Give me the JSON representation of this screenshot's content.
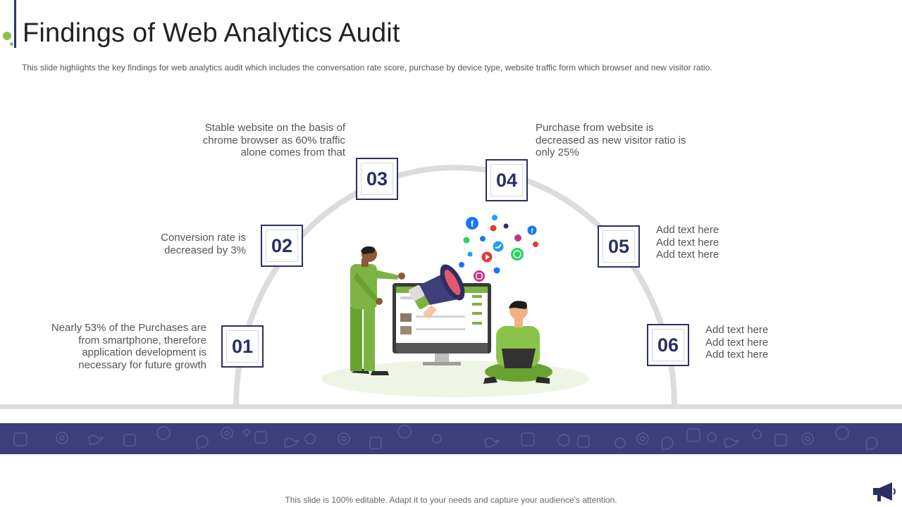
{
  "title": "Findings of Web Analytics Audit",
  "subtitle": "This slide highlights the key findings for web analytics audit which includes the conversation rate score, purchase by device type,  website traffic form which browser and new visitor ratio.",
  "findings": [
    {
      "number": "01",
      "lines": [
        "Nearly 53% of the Purchases are",
        "from smartphone, therefore",
        "application development is",
        "necessary for future growth"
      ]
    },
    {
      "number": "02",
      "lines": [
        "Conversion rate is",
        "decreased by 3%"
      ]
    },
    {
      "number": "03",
      "lines": [
        "Stable website on the basis of",
        "chrome browser as 60% traffic",
        "alone comes from that"
      ]
    },
    {
      "number": "04",
      "lines": [
        "Purchase from website is",
        "decreased as new visitor ratio is",
        "only 25%"
      ]
    },
    {
      "number": "05",
      "lines": [
        "Add text here",
        "Add text here",
        "Add text here"
      ]
    },
    {
      "number": "06",
      "lines": [
        "Add text here",
        "Add text here",
        "Add text here"
      ]
    }
  ],
  "footer": "This slide is 100% editable. Adapt it to your needs and capture your audience's attention.",
  "colors": {
    "navy": "#2a2f64",
    "band": "#3c3f7a",
    "green": "#7cb342",
    "arc": "#dcdcdc"
  },
  "icons": [
    "megaphone-icon",
    "facebook-icon",
    "twitter-icon",
    "instagram-icon",
    "youtube-icon",
    "whatsapp-icon",
    "heart-icon"
  ]
}
